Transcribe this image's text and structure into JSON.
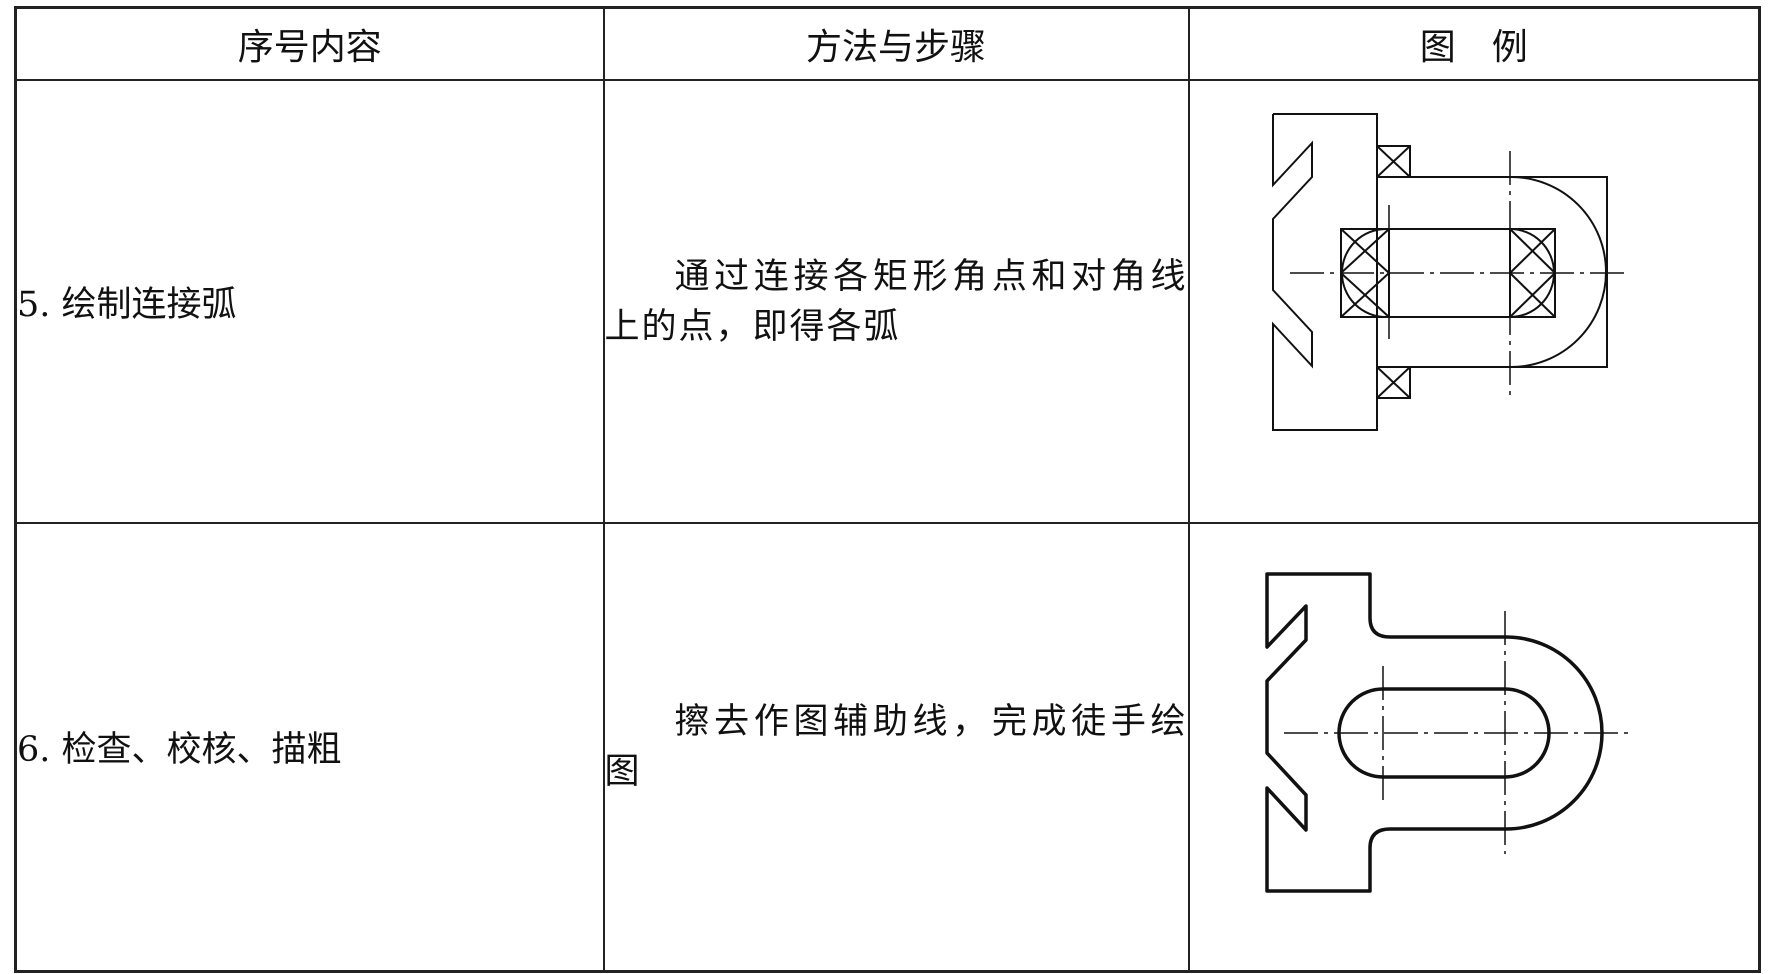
{
  "table": {
    "headers": [
      "序号内容",
      "方法与步骤",
      "图　例"
    ],
    "rows": [
      {
        "step": "5. 绘制连接弧",
        "method": "通过连接各矩形角点和对角线上的点，即得各弧",
        "figure": "construction-drawing-with-arcs"
      },
      {
        "step": "6. 检查、校核、描粗",
        "method": "擦去作图辅助线，完成徒手绘图",
        "figure": "finished-freehand-drawing"
      }
    ]
  },
  "colors": {
    "line": "#111111",
    "border": "#222222"
  }
}
